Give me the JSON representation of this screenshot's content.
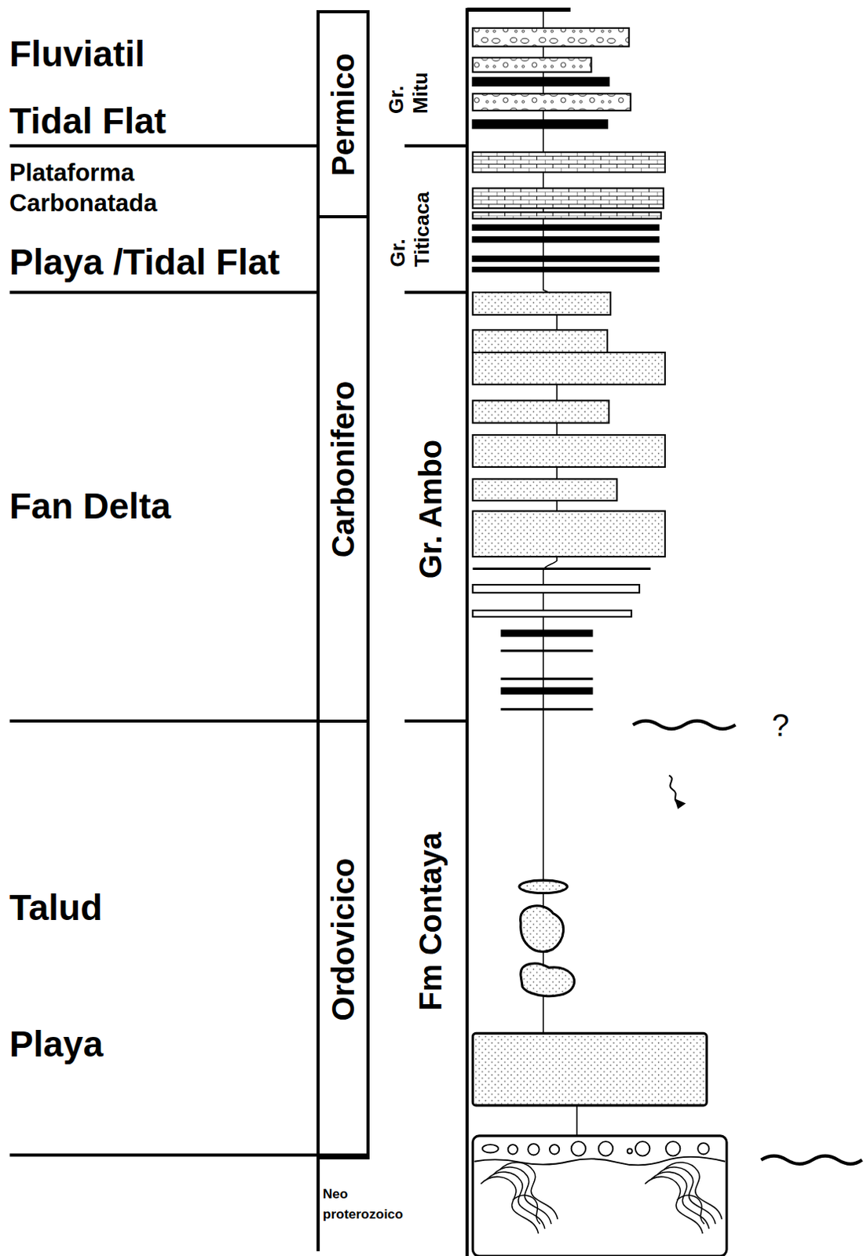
{
  "diagram": {
    "nodes": [
      {
        "text": [
          "Permico"
        ]
      },
      {
        "text": [
          "Carbonifero"
        ]
      },
      {
        "text": [
          "Ordovicico"
        ]
      }
    ],
    "labels": [
      "Fluviatil",
      "Tidal Flat",
      "Plataforma Carbonatada",
      "Playa /Tidal Flat",
      "Fan Delta",
      "Talud",
      "Playa",
      "Gr. Mitu",
      "Gr. Titicaca",
      "Gr. Ambo",
      "Fm Contaya",
      "Neo proterozoico",
      "?"
    ]
  }
}
